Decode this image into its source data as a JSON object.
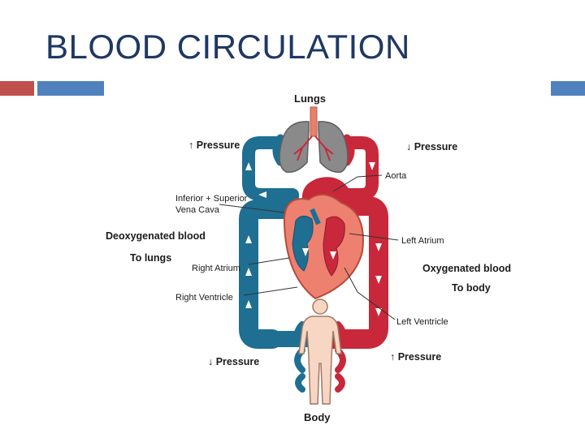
{
  "title": "BLOOD CIRCULATION",
  "colors": {
    "accent_red": "#c0504d",
    "accent_blue": "#4f81bd",
    "title_color": "#1f3864",
    "oxygenated": "#c8283a",
    "deoxygenated": "#1e6f92",
    "lungs": "#8a8a8a",
    "heart": "#ee8070",
    "skin": "#f7d7c4"
  },
  "diagram": {
    "lungs": "Lungs",
    "body": "Body",
    "pressure_up_top": "↑ Pressure",
    "pressure_down_top": "↓ Pressure",
    "pressure_down_bottom": "↓ Pressure",
    "pressure_up_bottom": "↑ Pressure",
    "aorta": "Aorta",
    "vena_cava_1": "Inferior + Superior",
    "vena_cava_2": "Vena Cava",
    "deoxygenated": "Deoxygenated blood",
    "to_lungs": "To lungs",
    "right_atrium": "Right Atrium",
    "right_ventricle": "Right Ventricle",
    "left_atrium": "Left Atrium",
    "oxygenated": "Oxygenated blood",
    "to_body": "To body",
    "left_ventricle": "Left Ventricle"
  }
}
